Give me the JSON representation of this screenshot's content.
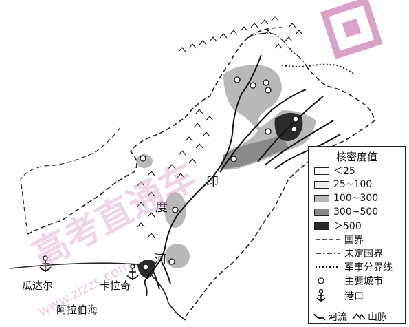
{
  "labels": {
    "river": [
      "印",
      "度",
      "河"
    ],
    "port_west": "瓜达尔",
    "port_east": "卡拉奇",
    "sea": "阿拉伯海"
  },
  "legend": {
    "title": "核密度值",
    "density": [
      {
        "label": "＜25",
        "color": "#ffffff"
      },
      {
        "label": "25~100",
        "color": "#eeeeee"
      },
      {
        "label": "100~300",
        "color": "#b9b9b9"
      },
      {
        "label": "300~500",
        "color": "#8a8a8a"
      },
      {
        "label": "＞500",
        "color": "#2b2b2b"
      }
    ],
    "national_border": "国界",
    "undefined_border": "未定国界",
    "military_line": "军事分界线",
    "major_city": "主要城市",
    "port": "港口",
    "river": "河流",
    "mountain": "山脉"
  },
  "watermark": {
    "text": "高考直通车",
    "url": "www.zizzs.com"
  },
  "colors": {
    "border": "#222222",
    "watermark": "#d9a3c8"
  }
}
